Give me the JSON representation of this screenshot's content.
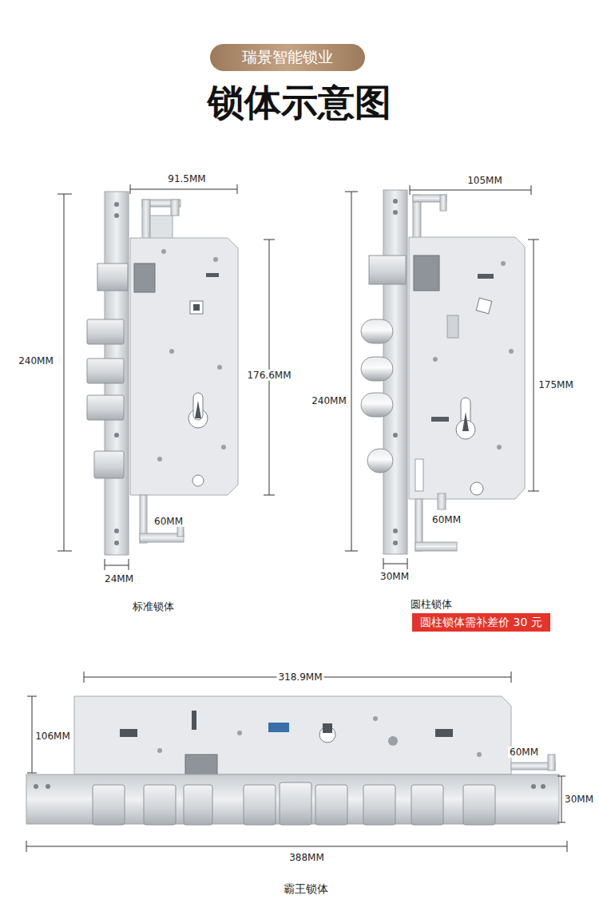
{
  "diagram": {
    "title": "锁体示意图",
    "nodes": [
      {
        "text": [
          "瑞景智能锁业"
        ]
      },
      {
        "text": [
          "圆柱锁体需补差价 30 元"
        ]
      }
    ],
    "labels": [
      "91.5MM",
      "240MM",
      "176.6MM",
      "60MM",
      "24MM",
      "标准锁体",
      "105MM",
      "240MM",
      "175MM",
      "60MM",
      "30MM",
      "圆柱锁体",
      "318.9MM",
      "106MM",
      "60MM",
      "30MM",
      "388MM",
      "霸王锁体"
    ]
  }
}
